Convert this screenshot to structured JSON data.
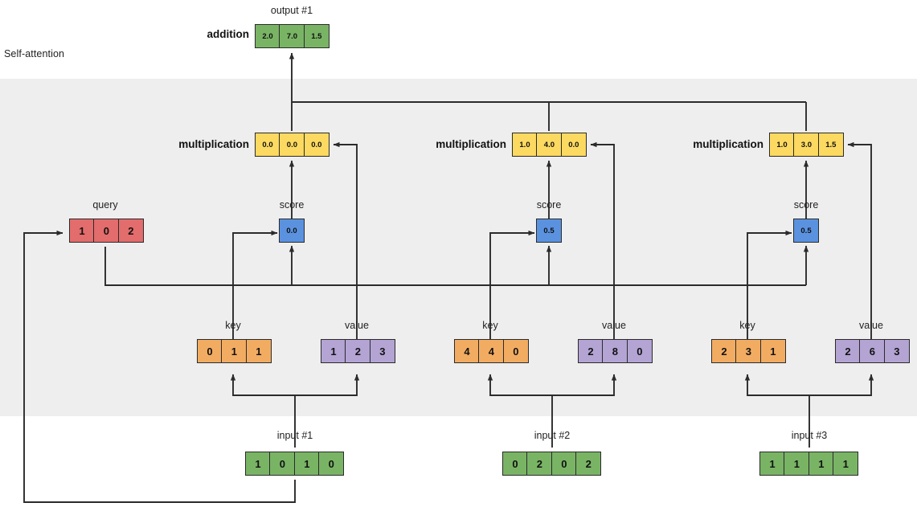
{
  "diagram": {
    "panel_label": "Self-attention",
    "colors": {
      "panel_bg": "#eeeeee",
      "input": "#79b465",
      "query": "#e36c6c",
      "key": "#f2ac62",
      "value": "#b3a4d4",
      "score": "#5b92e0",
      "multiplication": "#fcd961",
      "output": "#79b465",
      "wire": "#2b2b2b"
    },
    "output": {
      "caption": "output #1",
      "row_label": "addition",
      "values": [
        "2.0",
        "7.0",
        "1.5"
      ]
    },
    "columns": [
      {
        "input_caption": "input #1",
        "input_values": [
          "1",
          "0",
          "1",
          "0"
        ],
        "key_caption": "key",
        "key_values": [
          "0",
          "1",
          "1"
        ],
        "value_caption": "value",
        "value_values": [
          "1",
          "2",
          "3"
        ],
        "score_caption": "score",
        "score_value": "0.0",
        "mult_label": "multiplication",
        "mult_values": [
          "0.0",
          "0.0",
          "0.0"
        ]
      },
      {
        "input_caption": "input #2",
        "input_values": [
          "0",
          "2",
          "0",
          "2"
        ],
        "key_caption": "key",
        "key_values": [
          "4",
          "4",
          "0"
        ],
        "value_caption": "value",
        "value_values": [
          "2",
          "8",
          "0"
        ],
        "score_caption": "score",
        "score_value": "0.5",
        "mult_label": "multiplication",
        "mult_values": [
          "1.0",
          "4.0",
          "0.0"
        ]
      },
      {
        "input_caption": "input #3",
        "input_values": [
          "1",
          "1",
          "1",
          "1"
        ],
        "key_caption": "key",
        "key_values": [
          "2",
          "3",
          "1"
        ],
        "value_caption": "value",
        "value_values": [
          "2",
          "6",
          "3"
        ],
        "score_caption": "score",
        "score_value": "0.5",
        "mult_label": "multiplication",
        "mult_values": [
          "1.0",
          "3.0",
          "1.5"
        ]
      }
    ],
    "query": {
      "caption": "query",
      "values": [
        "1",
        "0",
        "2"
      ]
    }
  }
}
